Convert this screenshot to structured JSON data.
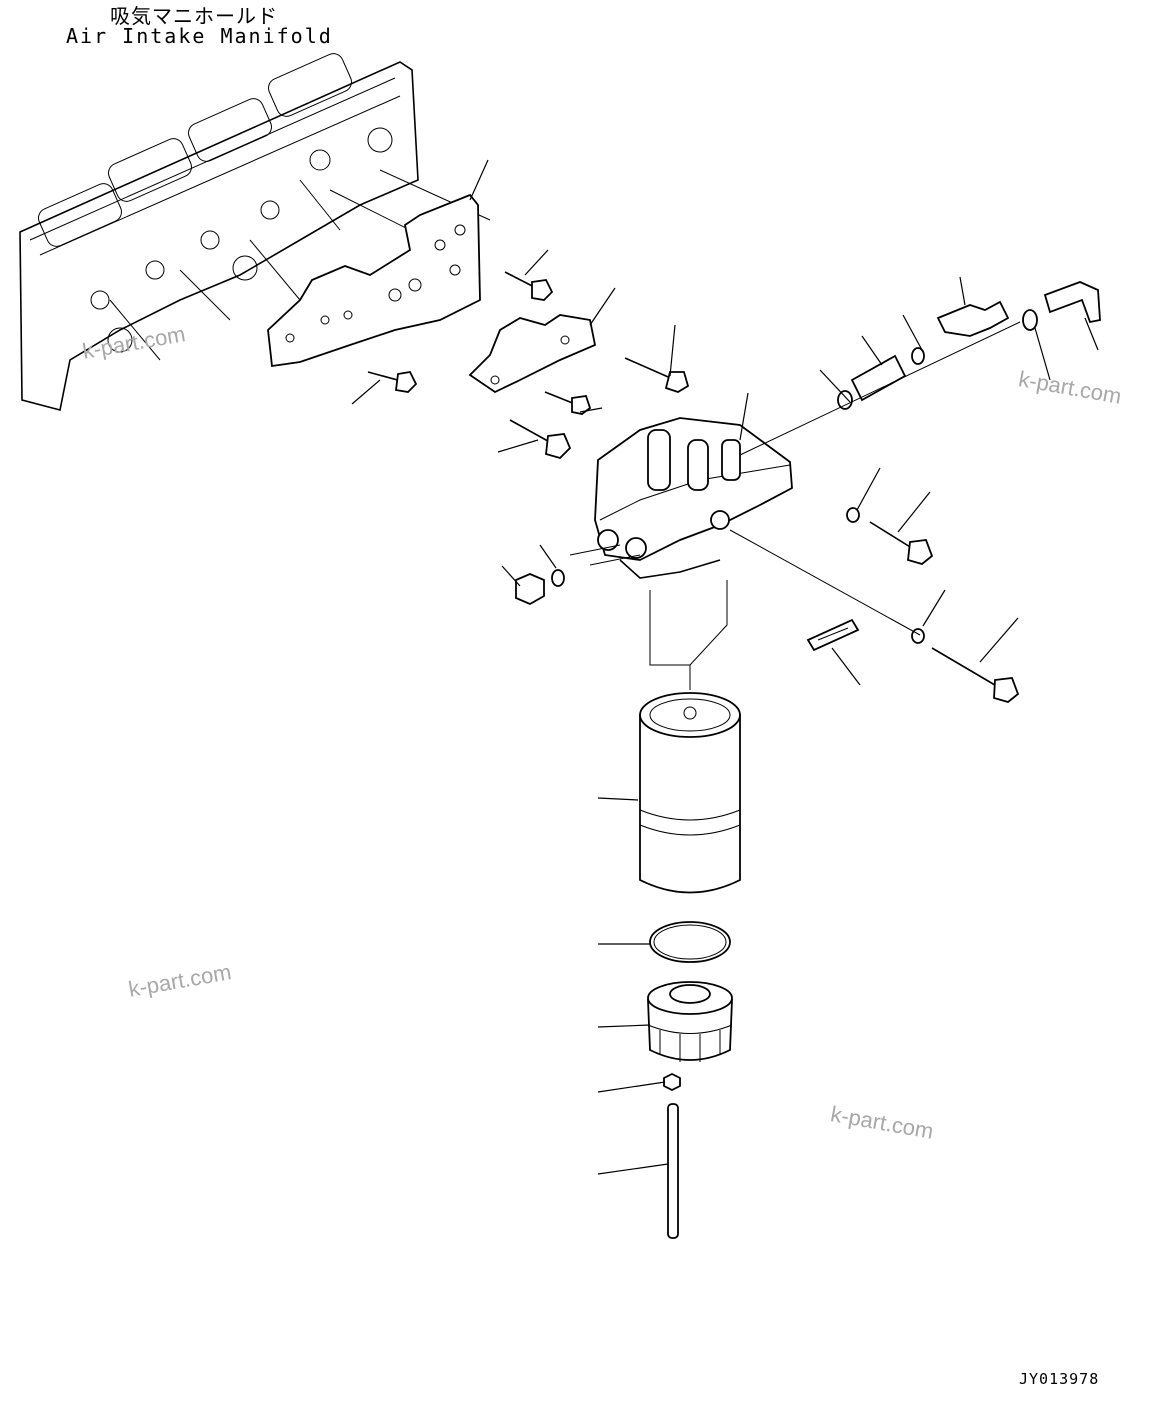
{
  "header": {
    "title_jp": "吸気マニホールド",
    "title_en": "Air Intake Manifold"
  },
  "drawing_code": "JY013978",
  "watermarks": [
    "k-part.com",
    "k-part.com",
    "k-part.com",
    "k-part.com"
  ],
  "colors": {
    "line": "#000000",
    "watermark": "#a8a8a8",
    "background": "#ffffff"
  }
}
